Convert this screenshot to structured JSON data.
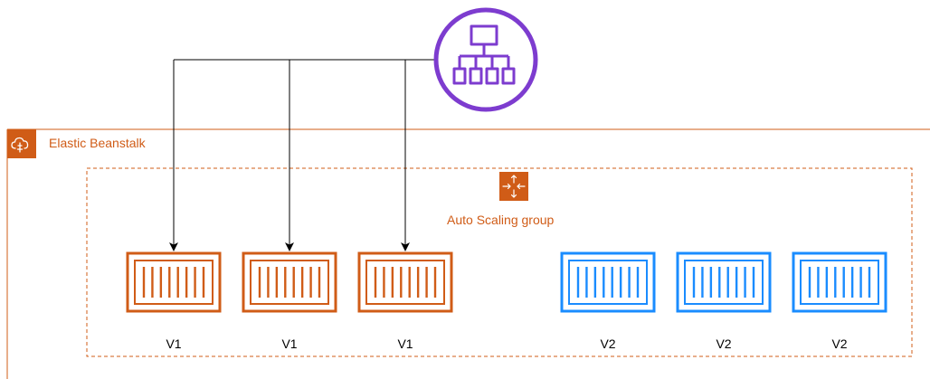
{
  "diagram": {
    "environment": {
      "label": "Elastic Beanstalk",
      "icon": "elastic-beanstalk-icon",
      "color": "#d05c17"
    },
    "scaling_group": {
      "label": "Auto Scaling group",
      "icon": "auto-scaling-icon",
      "color": "#d05c17"
    },
    "load_balancer": {
      "icon": "load-balancer-icon",
      "color": "#7d3ccf"
    },
    "instances": [
      {
        "label": "V1",
        "color": "#d05c17",
        "routed": true
      },
      {
        "label": "V1",
        "color": "#d05c17",
        "routed": true
      },
      {
        "label": "V1",
        "color": "#d05c17",
        "routed": true
      },
      {
        "label": "V2",
        "color": "#1a8cff",
        "routed": false
      },
      {
        "label": "V2",
        "color": "#1a8cff",
        "routed": false
      },
      {
        "label": "V2",
        "color": "#1a8cff",
        "routed": false
      }
    ]
  }
}
